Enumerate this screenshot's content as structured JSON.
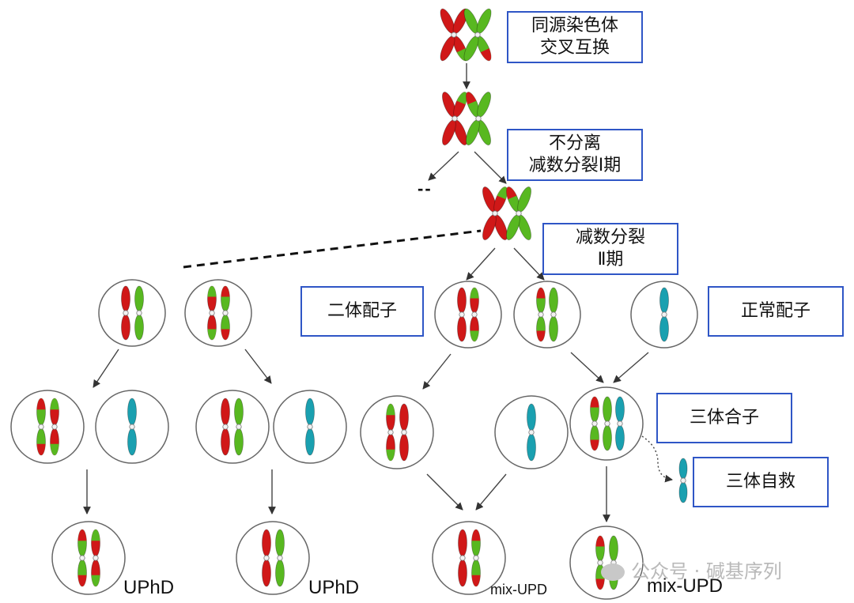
{
  "labels": {
    "crossover": [
      "同源染色体",
      "交叉互换"
    ],
    "nondisjunction": [
      "不分离",
      "减数分裂Ⅰ期"
    ],
    "meiosis2": [
      "减数分裂",
      "Ⅱ期"
    ],
    "disomic_gamete": "二体配子",
    "normal_gamete": "正常配子",
    "trisomic_zygote": "三体合子",
    "trisomy_rescue": "三体自救"
  },
  "outcomes": {
    "uphd_1": "UPhD",
    "uphd_2": "UPhD",
    "mixupd_1": "mix-UPD",
    "mixupd_2": "mix-UPD"
  },
  "missing_mark": "--",
  "watermark": "公众号 · 碱基序列",
  "colors": {
    "maternal": "#d01818",
    "paternal": "#58b820",
    "normal": "#1aa0b0",
    "box_border": "#2f56c6"
  }
}
